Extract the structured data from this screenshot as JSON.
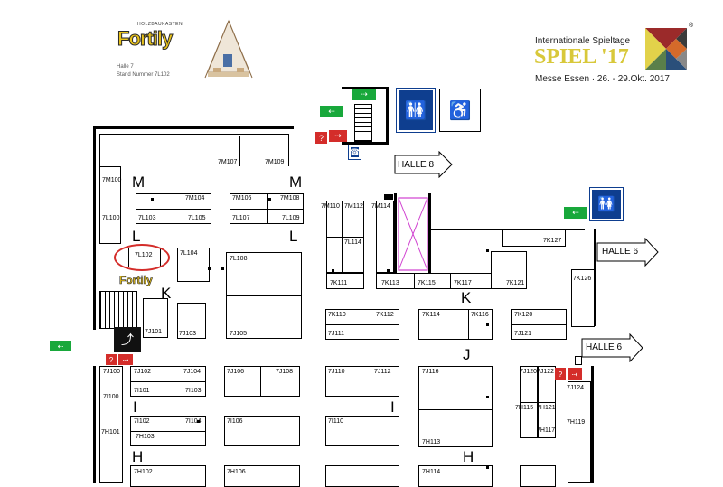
{
  "header": {
    "brand_small": "HOLZBAUKASTEN",
    "brand_logo": "Fortily",
    "hall_line": "Halle 7",
    "stand_line": "Stand Nummer 7L102",
    "event_line1": "Internationale Spieltage",
    "event_line2": "SPIEL '17",
    "event_line3": "Messe Essen · 26. - 29.Okt. 2017",
    "event_registered": "®"
  },
  "halls": {
    "halle8": "HALLE 8",
    "halle6_top": "HALLE 6",
    "halle6_bottom": "HALLE 6"
  },
  "rows": {
    "M1": "M",
    "M2": "M",
    "L1": "L",
    "L2": "L",
    "K1": "K",
    "K2": "K",
    "J": "J",
    "I1": "I",
    "I2": "I",
    "H1": "H",
    "H2": "H"
  },
  "stands": {
    "s7M107": "7M107",
    "s7M109": "7M109",
    "s7M100": "7M100",
    "s7M104": "7M104",
    "s7L103": "7L103",
    "s7L105": "7L105",
    "s7M106": "7M106",
    "s7M108": "7M108",
    "s7L107": "7L107",
    "s7L109": "7L109",
    "s7L100": "7L100",
    "s7L102": "7L102",
    "s7L104": "7L104",
    "s7L108": "7L108",
    "s7M110": "7M110",
    "s7M112": "7M112",
    "s7M114": "7M114",
    "s7L114": "7L114",
    "s7K111": "7K111",
    "s7K113": "7K113",
    "s7K115": "7K115",
    "s7K117": "7K117",
    "s7K121": "7K121",
    "s7K127": "7K127",
    "s7K126": "7K126",
    "s7J101": "7J101",
    "s7J103": "7J103",
    "s7J105": "7J105",
    "s7K110": "7K110",
    "s7K112": "7K112",
    "s7J111": "7J111",
    "s7K114": "7K114",
    "s7K116": "7K116",
    "s7K120": "7K120",
    "s7J121": "7J121",
    "s7J100": "7J100",
    "s7J102": "7J102",
    "s7J104": "7J104",
    "s7J106": "7J106",
    "s7J108": "7J108",
    "s7J110": "7J110",
    "s7J112": "7J112",
    "s7J116": "7J116",
    "s7J120": "7J120",
    "s7J122": "7J122",
    "s7J124": "7J124",
    "s7I100": "7I100",
    "s7I101": "7I101",
    "s7I103": "7I103",
    "s7I102": "7I102",
    "s7I104": "7I104",
    "s7I106": "7I106",
    "s7I110": "7I110",
    "s7H115": "7H115",
    "s7H121": "7H121",
    "s7H117": "7H117",
    "s7H119": "7H119",
    "s7H101": "7H101",
    "s7H103": "7H103",
    "s7H113": "7H113",
    "s7H102": "7H102",
    "s7H106": "7H106",
    "s7H114": "7H114"
  },
  "colors": {
    "exit_green": "#18a83b",
    "fire_red": "#d42d2a",
    "info_blue": "#0e3e8f",
    "highlight_red": "#d42d2a",
    "escalator_pink": "#d040d0"
  },
  "icons": [
    "emergency-exit-icon",
    "fire-extinguisher-icon",
    "restroom-icon",
    "baby-change-icon",
    "phone-icon",
    "escalator-icon",
    "stairs-icon",
    "tangram-logo-icon"
  ]
}
